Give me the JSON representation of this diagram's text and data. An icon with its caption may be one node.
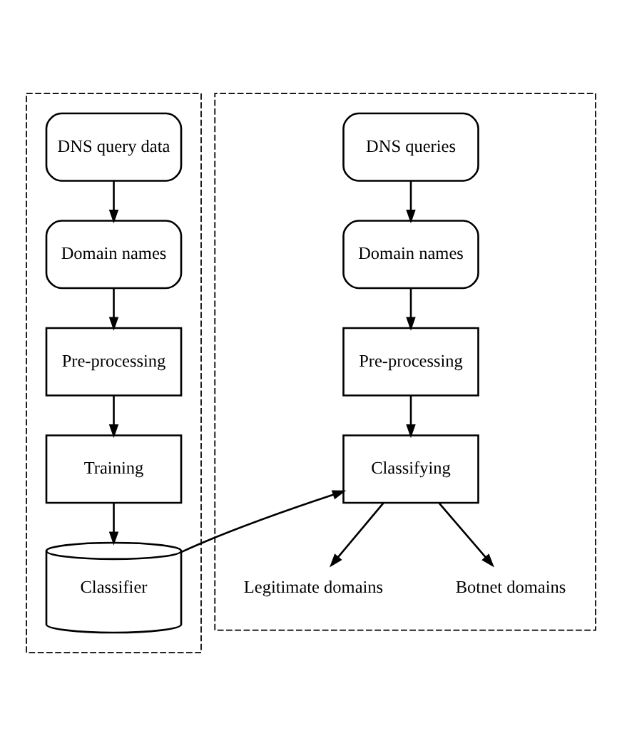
{
  "diagram": {
    "nodes": [
      {
        "text": [],
        "shape": "box"
      },
      {
        "text": [
          "DNS query data"
        ],
        "in": 0
      },
      {
        "text": [
          "Domain names"
        ],
        "in": 0
      },
      {
        "text": [
          "Pre-processing"
        ],
        "in": 0
      },
      {
        "text": [
          "Training"
        ],
        "in": 0
      },
      {
        "text": [
          "Classifier"
        ],
        "in": 0
      },
      {
        "text": [],
        "shape": "box"
      },
      {
        "text": [
          "DNS queries"
        ],
        "in": 6
      },
      {
        "text": [
          "Domain names"
        ],
        "in": 6
      },
      {
        "text": [
          "Pre-processing"
        ],
        "in": 6
      },
      {
        "text": [
          "Classifying"
        ],
        "in": 6
      },
      {
        "text": [
          "Legitimate domains"
        ],
        "in": 6
      },
      {
        "text": [
          "Botnet domains"
        ],
        "in": 6
      }
    ],
    "edges": [
      {
        "from": 1,
        "to": 2,
        "arrow": "to"
      },
      {
        "from": 2,
        "to": 3,
        "arrow": "to"
      },
      {
        "from": 3,
        "to": 4,
        "arrow": "to"
      },
      {
        "from": 4,
        "to": 5,
        "arrow": "to"
      },
      {
        "from": 5,
        "to": 10,
        "arrow": "to"
      },
      {
        "from": 7,
        "to": 8,
        "arrow": "to"
      },
      {
        "from": 8,
        "to": 9,
        "arrow": "to"
      },
      {
        "from": 9,
        "to": 10,
        "arrow": "to"
      },
      {
        "from": 10,
        "to": 11,
        "arrow": "to"
      },
      {
        "from": 10,
        "to": 12,
        "arrow": "to"
      }
    ]
  }
}
